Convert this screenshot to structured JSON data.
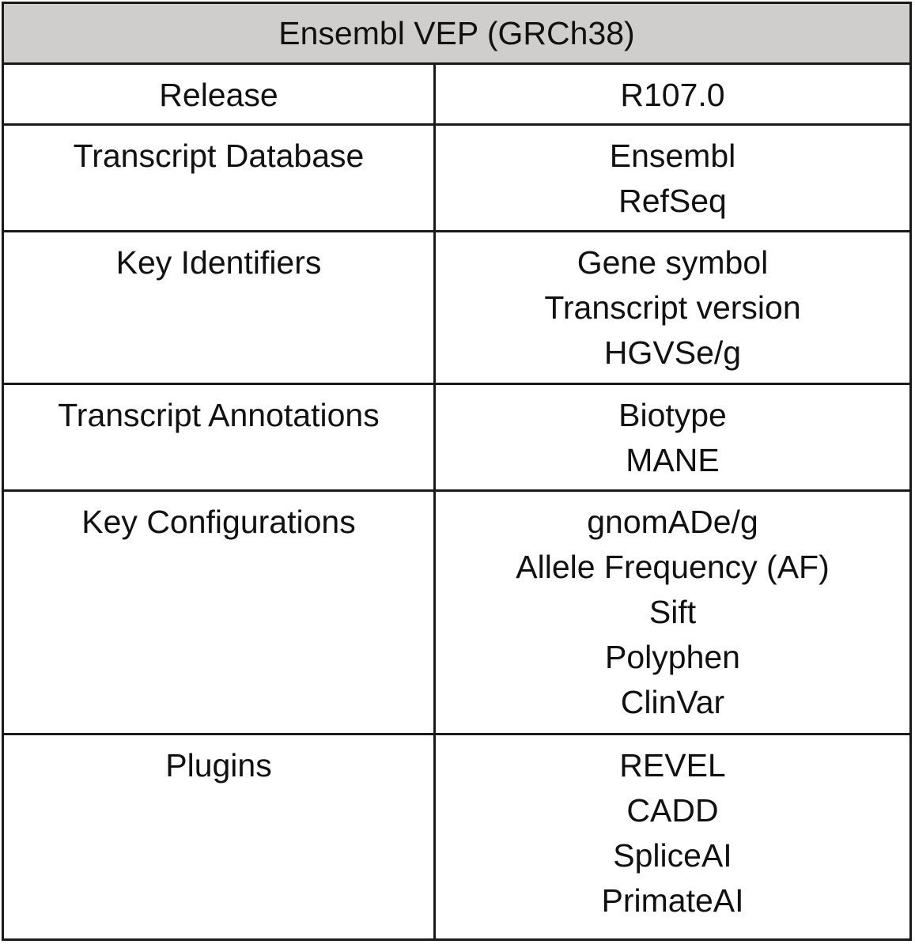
{
  "table": {
    "title": "Ensembl VEP (GRCh38)",
    "rows": [
      {
        "label": "Release",
        "values": [
          "R107.0"
        ]
      },
      {
        "label": "Transcript Database",
        "values": [
          "Ensembl",
          "RefSeq"
        ]
      },
      {
        "label": "Key Identifiers",
        "values": [
          "Gene symbol",
          "Transcript version",
          "HGVSe/g"
        ]
      },
      {
        "label": "Transcript Annotations",
        "values": [
          "Biotype",
          "MANE"
        ]
      },
      {
        "label": "Key Configurations",
        "values": [
          "gnomADe/g",
          "Allele Frequency (AF)",
          "Sift",
          "Polyphen",
          "ClinVar"
        ]
      },
      {
        "label": "Plugins",
        "values": [
          "REVEL",
          "CADD",
          "SpliceAI",
          "PrimateAI"
        ]
      }
    ]
  }
}
